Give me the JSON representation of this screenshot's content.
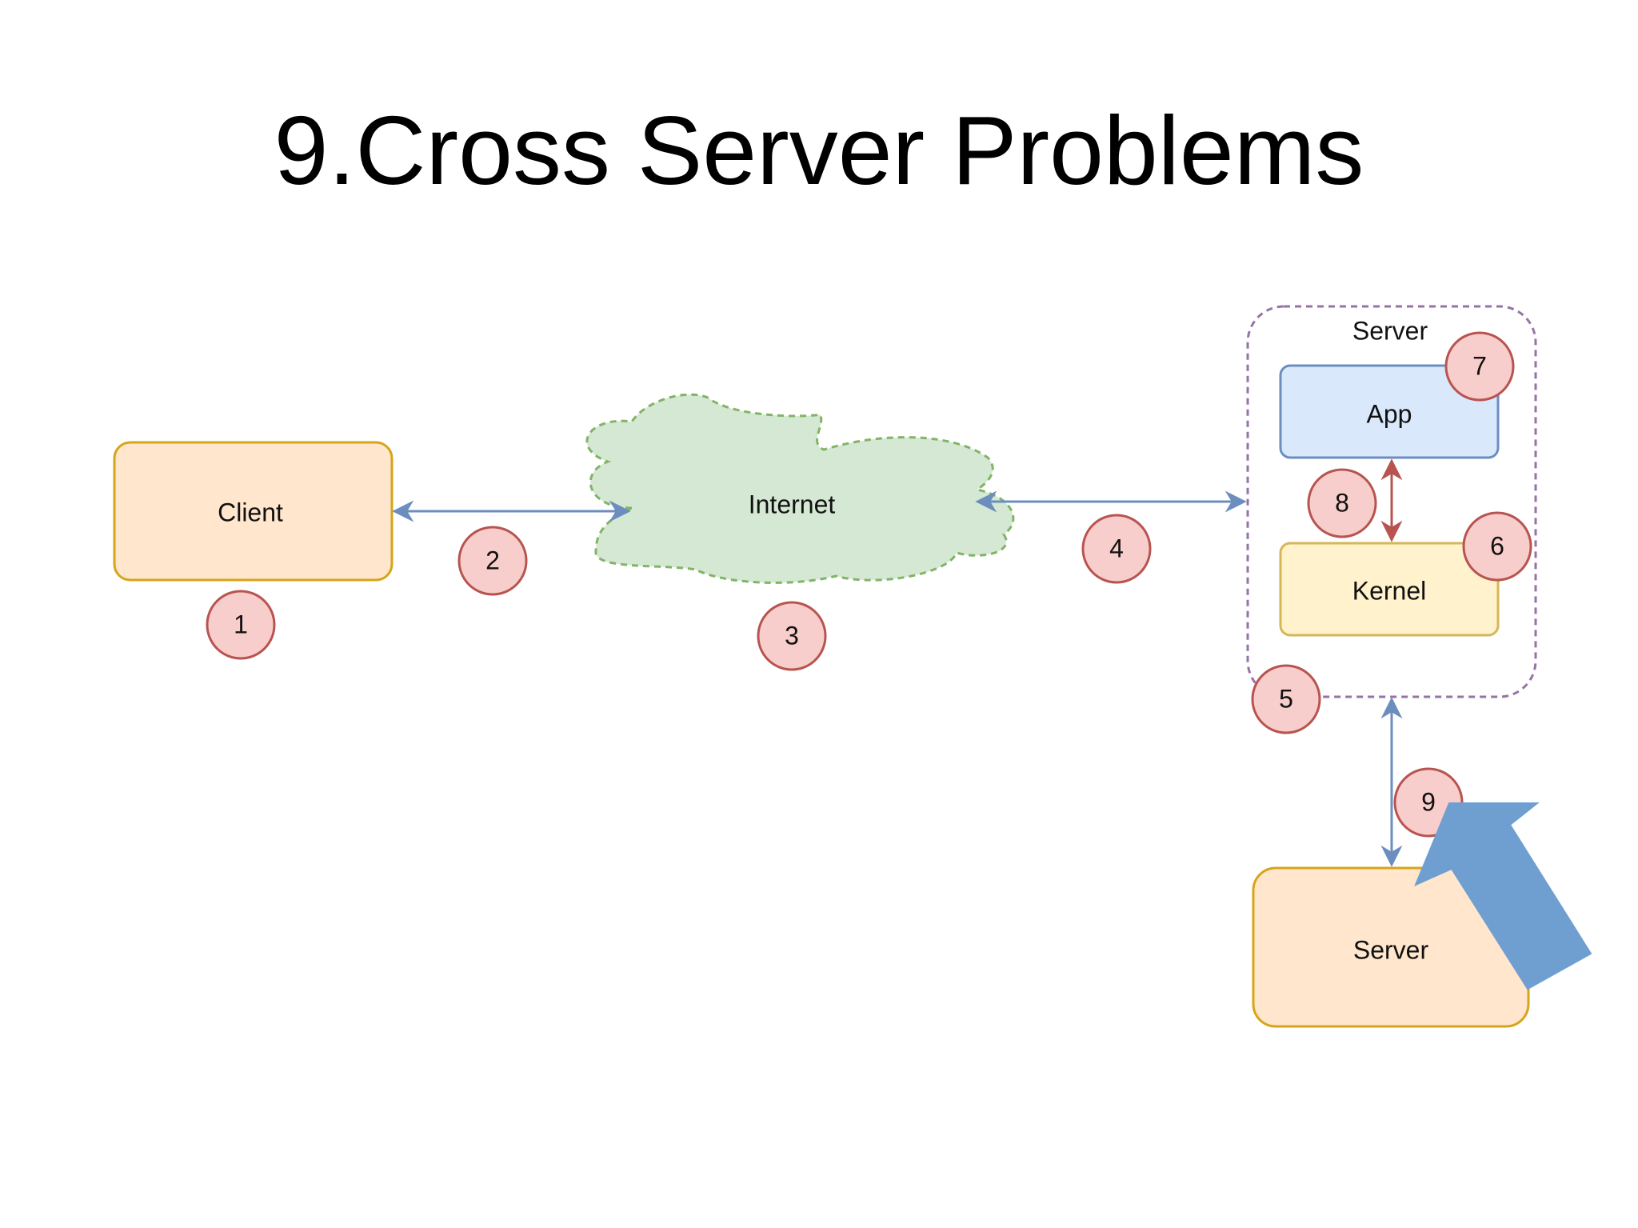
{
  "title": "9.Cross Server Problems",
  "nodes": {
    "client": "Client",
    "internet": "Internet",
    "server_group": "Server",
    "app": "App",
    "kernel": "Kernel",
    "server_remote": "Server"
  },
  "markers": [
    "1",
    "2",
    "3",
    "4",
    "5",
    "6",
    "7",
    "8",
    "9"
  ],
  "colors": {
    "client_fill": "#ffe6cc",
    "client_stroke": "#d6a51a",
    "internet_fill": "#d5e8d4",
    "internet_stroke": "#82b366",
    "group_stroke": "#9673a6",
    "app_fill": "#dae8fc",
    "app_stroke": "#6c8ebf",
    "kernel_fill": "#fff2cc",
    "kernel_stroke": "#d6b656",
    "marker_fill": "#f8cecc",
    "marker_stroke": "#b85450",
    "connector_blue": "#6c8ebf",
    "connector_red": "#b85450",
    "pointer_arrow": "#6f9fd1"
  }
}
